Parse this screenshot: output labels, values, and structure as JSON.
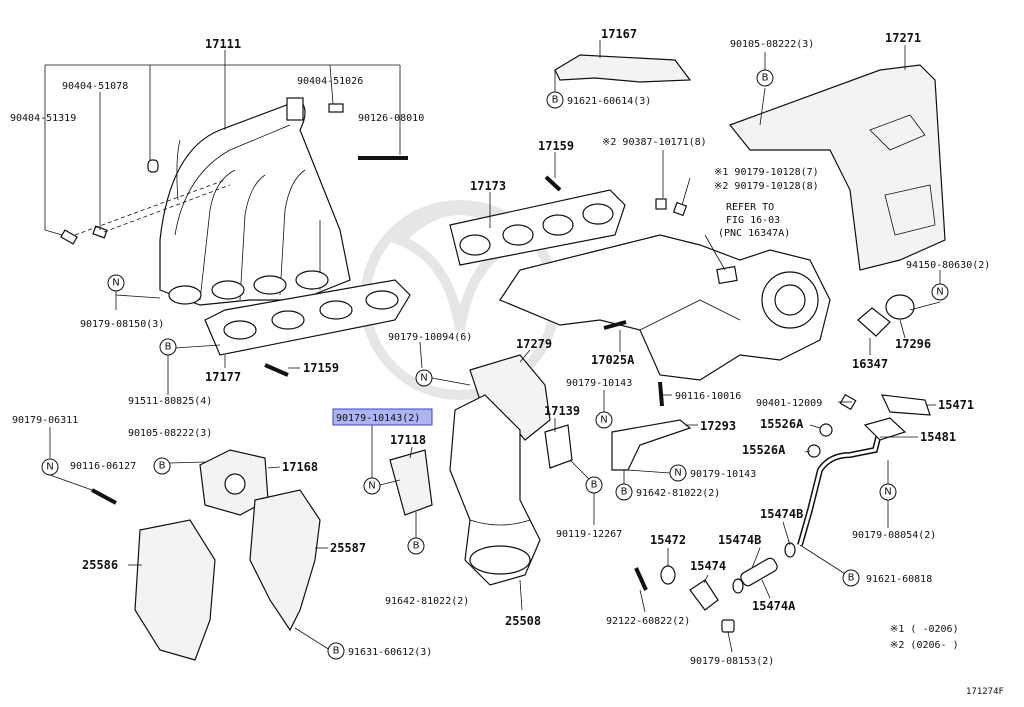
{
  "diagram_code": "171274F",
  "labels": {
    "p17111": "17111",
    "p90404_51078": "90404-51078",
    "p90404_51026": "90404-51026",
    "p90404_51319": "90404-51319",
    "p90126_08010": "90126-08010",
    "p90179_08150": "90179-08150(3)",
    "p91511_80825": "91511-80825(4)",
    "p17177": "17177",
    "p17159a": "17159",
    "p17167": "17167",
    "p91621_60614": "91621-60614(3)",
    "p17159b": "17159",
    "p17173": "17173",
    "p90387_10171": "※2 90387-10171(8)",
    "p90179_10128_1": "※1 90179-10128(7)",
    "p90179_10128_2": "※2 90179-10128(8)",
    "refer1": "REFER TO",
    "refer2": "FIG 16-03",
    "refer3": "(PNC 16347A)",
    "p90105_08222a": "90105-08222(3)",
    "p17271": "17271",
    "p94150_80630": "94150-80630(2)",
    "p16347": "16347",
    "p17296": "17296",
    "p90179_10094": "90179-10094(6)",
    "p17279": "17279",
    "p17025A": "17025A",
    "p90116_10016": "90116-10016",
    "p90179_10143a": "90179-10143(2)",
    "p17118": "17118",
    "p17139": "17139",
    "p90179_10143b": "90179-10143",
    "p17293": "17293",
    "p90179_10143c": "90179-10143",
    "p91642_81022a": "91642-81022(2)",
    "p90119_12267": "90119-12267",
    "p91642_81022b": "91642-81022(2)",
    "p25508": "25508",
    "p90179_06311": "90179-06311",
    "p90105_08222b": "90105-08222(3)",
    "p90116_06127": "90116-06127",
    "p17168": "17168",
    "p25586": "25586",
    "p25587": "25587",
    "p91631_60612": "91631-60612(3)",
    "p90401_12009": "90401-12009",
    "p15471": "15471",
    "p15526A_a": "15526A",
    "p15526A_b": "15526A",
    "p15481": "15481",
    "p15474B_a": "15474B",
    "p15474B_b": "15474B",
    "p15472": "15472",
    "p15474": "15474",
    "p15474A": "15474A",
    "p90179_08054": "90179-08054(2)",
    "p91621_60818": "91621-60818",
    "p92122_60822": "92122-60822(2)",
    "p90179_08153": "90179-08153(2)",
    "note1": "※1 (    -0206)",
    "note2": "※2 (0206-    )"
  },
  "callouts": {
    "b": "B",
    "n": "N"
  },
  "colors": {
    "highlight_fill": "#aeb4f2",
    "highlight_stroke": "#3b46c9",
    "line": "#111111"
  }
}
